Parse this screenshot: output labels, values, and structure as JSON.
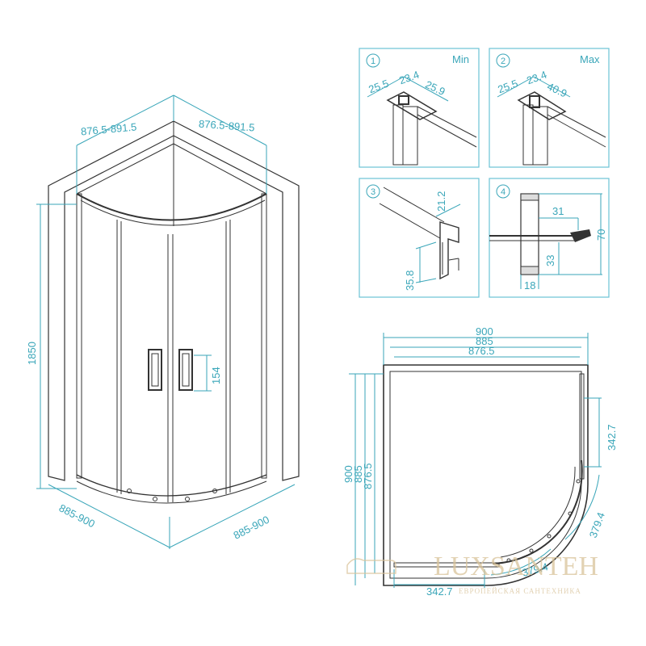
{
  "left_view": {
    "top_left": "876.5-891.5",
    "top_right": "876.5-891.5",
    "height": "1850",
    "handle": "154",
    "bottom_left": "885-900",
    "bottom_right": "885-900"
  },
  "details": [
    {
      "num": "1",
      "tag": "Min",
      "dims": [
        "25.5",
        "23.4",
        "25.9"
      ]
    },
    {
      "num": "2",
      "tag": "Max",
      "dims": [
        "25.5",
        "23.4",
        "40.9"
      ]
    },
    {
      "num": "3",
      "tag": "",
      "dims": [
        "21.2",
        "35.8"
      ]
    },
    {
      "num": "4",
      "tag": "",
      "dims": [
        "31",
        "70",
        "33",
        "18"
      ]
    }
  ],
  "plan_view": {
    "top": [
      "900",
      "885",
      "876.5"
    ],
    "left": [
      "900",
      "885",
      "876.5"
    ],
    "right_side": "342.7",
    "arc_right": "379.4",
    "bottom_side": "342.7",
    "arc_bottom": "379.4"
  },
  "watermark": {
    "brand": "LUXSANTEH",
    "tagline": "ЕВРОПЕЙСКАЯ САНТЕХНИКА"
  },
  "colors": {
    "dimension": "#3aa6b9",
    "line": "#333333",
    "watermark": "#d9c39a"
  }
}
